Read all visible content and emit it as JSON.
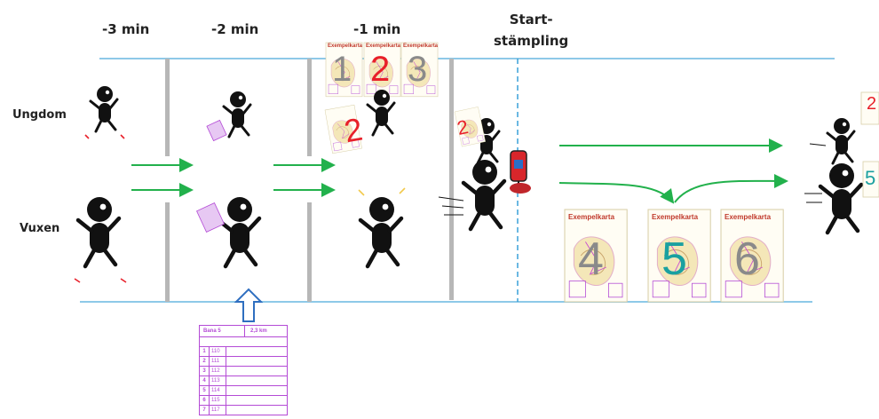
{
  "columns": [
    {
      "label": "-3 min"
    },
    {
      "label": "-2 min"
    },
    {
      "label": "-1 min"
    },
    {
      "label": "Start-\nstämpling"
    }
  ],
  "rows": [
    {
      "label": "Ungdom"
    },
    {
      "label": "Vuxen"
    }
  ],
  "colors": {
    "track": "#8ec9e8",
    "arrow": "#22b14c",
    "divider": "#b7b7b7",
    "start_line": "#3aa0d8",
    "card_purple": "#b44bd6",
    "num_red": "#e8202a",
    "num_gray": "#8a8a8a",
    "num_teal": "#1aa0a0"
  },
  "map_card": {
    "title": "Exempelkarta"
  },
  "youth_cards": [
    {
      "number": "1",
      "color": "#8a8a8a"
    },
    {
      "number": "2",
      "color": "#e8202a"
    },
    {
      "number": "3",
      "color": "#8a8a8a"
    }
  ],
  "youth_chosen": {
    "number": "2"
  },
  "adult_cards": [
    {
      "number": "4",
      "color": "#8a8a8a"
    },
    {
      "number": "5",
      "color": "#1aa0a0"
    },
    {
      "number": "6",
      "color": "#8a8a8a"
    }
  ],
  "end_numbers": {
    "youth": "2",
    "adult": "5"
  },
  "control_card": {
    "course": "Bana 5",
    "distance": "2,3 km",
    "rows": [
      {
        "n": "1",
        "code": "110"
      },
      {
        "n": "2",
        "code": "111"
      },
      {
        "n": "3",
        "code": "112"
      },
      {
        "n": "4",
        "code": "113"
      },
      {
        "n": "5",
        "code": "114"
      },
      {
        "n": "6",
        "code": "115"
      },
      {
        "n": "7",
        "code": "117"
      }
    ]
  }
}
